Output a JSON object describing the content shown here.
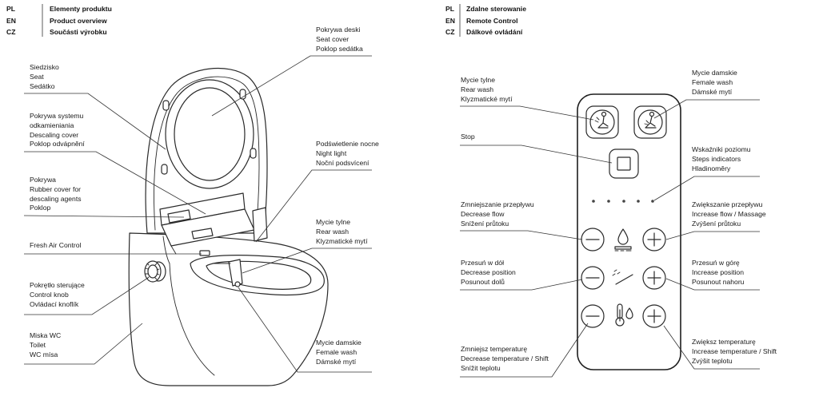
{
  "header_left": [
    {
      "code": "PL",
      "text": "Elementy produktu"
    },
    {
      "code": "EN",
      "text": "Product overview"
    },
    {
      "code": "CZ",
      "text": "Součásti výrobku"
    }
  ],
  "header_right": [
    {
      "code": "PL",
      "text": "Zdalne sterowanie"
    },
    {
      "code": "EN",
      "text": "Remote Control"
    },
    {
      "code": "CZ",
      "text": "Dálkové ovládání"
    }
  ],
  "product_labels": {
    "seat": [
      "Siedzisko",
      "Seat",
      "Sedátko"
    ],
    "descaling_cover": [
      "Pokrywa systemu",
      "odkamieniania",
      "Descaling cover",
      "Poklop odvápnění"
    ],
    "rubber_cover": [
      "Pokrywa",
      "Rubber cover for",
      "descaling agents",
      "Poklop"
    ],
    "fresh_air": [
      "Fresh Air Control"
    ],
    "control_knob": [
      "Pokrętło sterujące",
      "Control knob",
      "Ovládací knoflík"
    ],
    "toilet": [
      "Miska WC",
      "Toilet",
      "WC mísa"
    ],
    "seat_cover": [
      "Pokrywa deski",
      "Seat cover",
      "Poklop sedátka"
    ],
    "night_light": [
      "Podświetlenie nocne",
      "Night light",
      "Noční podsvícení"
    ],
    "rear_wash": [
      "Mycie tylne",
      "Rear wash",
      "Klyzmatické mytí"
    ],
    "female_wash": [
      "Mycie damskie",
      "Female wash",
      "Dámské mytí"
    ]
  },
  "remote_labels": {
    "rear_wash": [
      "Mycie tylne",
      "Rear wash",
      "Klyzmatické mytí"
    ],
    "stop": [
      "Stop"
    ],
    "decrease_flow": [
      "Zmniejszanie przepływu",
      "Decrease flow",
      "Snížení průtoku"
    ],
    "decrease_position": [
      "Przesuń w dół",
      "Decrease position",
      "Posunout dolů"
    ],
    "decrease_temperature": [
      "Zmniejsz temperaturę",
      "Decrease temperature / Shift",
      "Snížit teplotu"
    ],
    "female_wash": [
      "Mycie damskie",
      "Female wash",
      "Dámské mytí"
    ],
    "steps_indicators": [
      "Wskaźniki poziomu",
      "Steps indicators",
      "Hladinoměry"
    ],
    "increase_flow": [
      "Zwiększanie przepływu",
      "Increase flow / Massage",
      "Zvýšení průtoku"
    ],
    "increase_position": [
      "Przesuń w górę",
      "Increase position",
      "Posunout nahoru"
    ],
    "increase_temperature": [
      "Zwiększ temperaturę",
      "Increase temperature / Shift",
      "Zvýšit teplotu"
    ]
  },
  "remote_icons": [
    "rear-wash-icon",
    "female-wash-icon",
    "stop-icon",
    "minus-icon",
    "plus-icon",
    "water-drop-icon",
    "position-icon",
    "thermometer-icon"
  ],
  "colors": {
    "line": "#2a2a2a",
    "text": "#1a1a1a",
    "background": "#ffffff"
  }
}
